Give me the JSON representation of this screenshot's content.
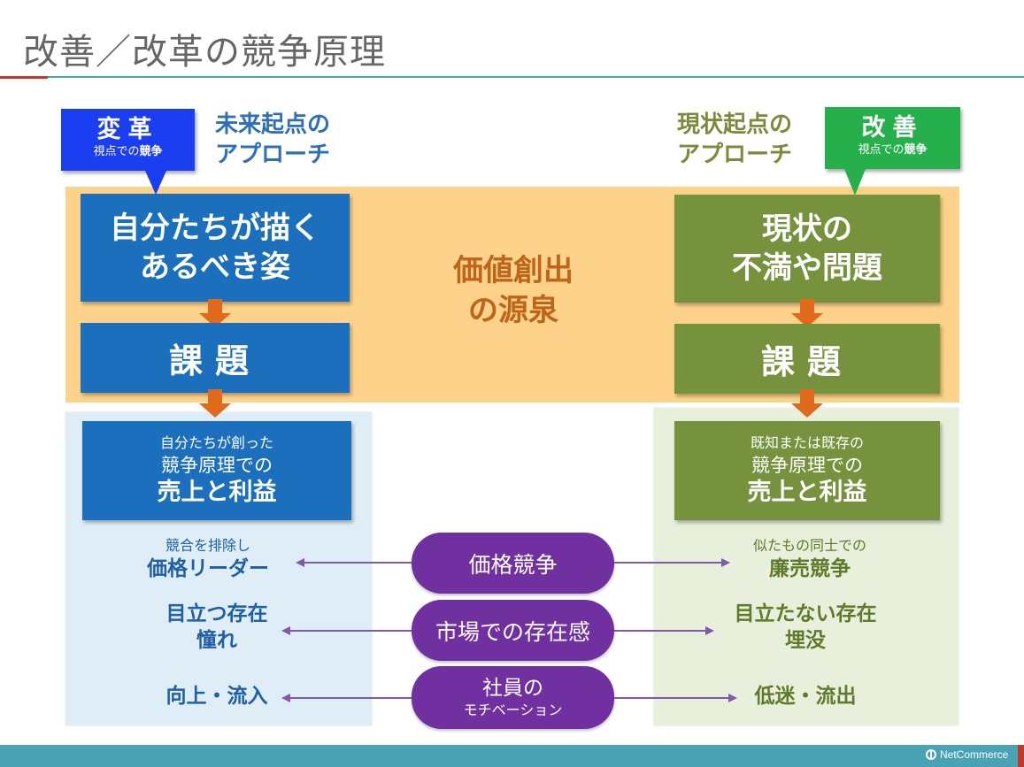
{
  "title": "改善／改革の競争原理",
  "left": {
    "tag_main": "変革",
    "tag_sub_prefix": "視点での",
    "tag_sub_bold": "競争",
    "approach_line1": "未来起点の",
    "approach_line2": "アプローチ",
    "goal_line1": "自分たちが描く",
    "goal_line2": "あるべき姿",
    "task": "課題",
    "result_line1": "自分たちが創った",
    "result_line2": "競争原理での",
    "result_line3": "売上と利益",
    "row1_small": "競合を排除し",
    "row1_big": "価格リーダー",
    "row2_line1": "目立つ存在",
    "row2_line2": "憧れ",
    "row3": "向上・流入"
  },
  "right": {
    "tag_main": "改善",
    "tag_sub_prefix": "視点での",
    "tag_sub_bold": "競争",
    "approach_line1": "現状起点の",
    "approach_line2": "アプローチ",
    "status_line1": "現状の",
    "status_line2": "不満や問題",
    "task": "課題",
    "result_line1": "既知または既存の",
    "result_line2": "競争原理での",
    "result_line3": "売上と利益",
    "row1_small": "似たもの同士での",
    "row1_big": "廉売競争",
    "row2_line1": "目立たない存在",
    "row2_line2": "埋没",
    "row3": "低迷・流出"
  },
  "center": {
    "source_line1": "価値創出",
    "source_line2": "の源泉",
    "pill1": "価格競争",
    "pill2": "市場での存在感",
    "pill3_line1": "社員の",
    "pill3_line2": "モチベーション"
  },
  "footer": {
    "logo_text": "NetCommerce"
  },
  "colors": {
    "innovation_blue": "#1c6fbd",
    "innovation_tag": "#1a3ef0",
    "improvement_green": "#76923c",
    "improvement_tag": "#25b04c",
    "source_band": "#fdd28a",
    "arrow_orange": "#e06a1a",
    "pill_purple": "#7030a0",
    "accent_teal": "#4aa3b5"
  }
}
